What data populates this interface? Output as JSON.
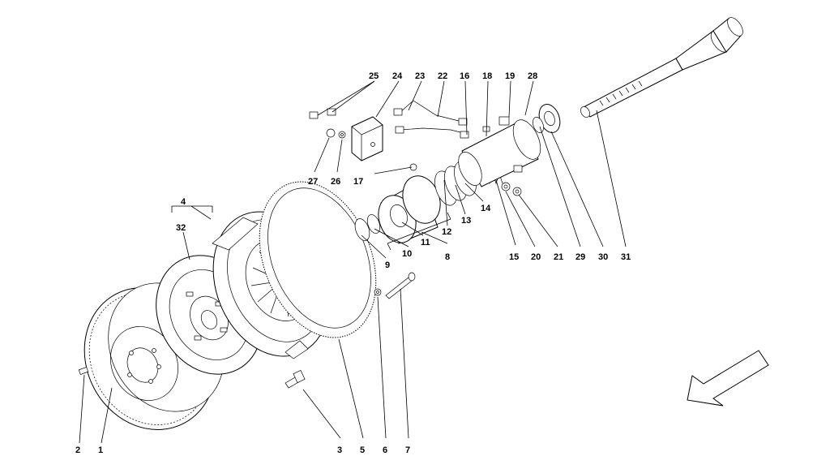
{
  "callouts": {
    "c1": "1",
    "c2": "2",
    "c3": "3",
    "c4": "4",
    "c5": "5",
    "c6": "6",
    "c7": "7",
    "c8": "8",
    "c9": "9",
    "c10": "10",
    "c11": "11",
    "c12": "12",
    "c13": "13",
    "c14": "14",
    "c15": "15",
    "c16": "16",
    "c17": "17",
    "c18": "18",
    "c19": "19",
    "c20": "20",
    "c21": "21",
    "c22": "22",
    "c23": "23",
    "c24": "24",
    "c25": "25",
    "c26": "26",
    "c27": "27",
    "c28": "28",
    "c29": "29",
    "c30": "30",
    "c31": "31",
    "c32": "32"
  },
  "colors": {
    "stroke": "#000000",
    "background": "#ffffff"
  },
  "icons": {
    "direction": "direction-arrow-icon"
  }
}
